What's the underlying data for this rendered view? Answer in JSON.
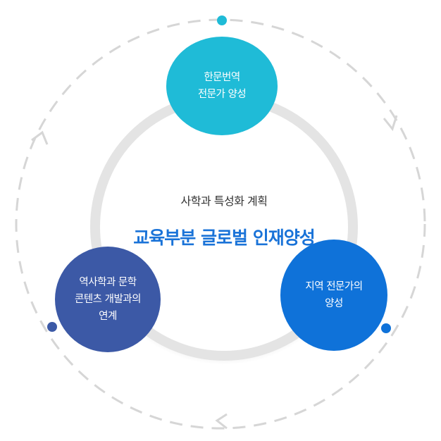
{
  "center": {
    "subtitle": "사학과 특성화 계획",
    "title": "교육부분 글로벌 인재양성"
  },
  "nodes": {
    "top": {
      "lines": [
        "한문번역",
        "전문가 양성"
      ],
      "color": "#1fbbd7"
    },
    "right": {
      "lines": [
        "지역 전문가의",
        "양성"
      ],
      "color": "#0f72d9"
    },
    "left": {
      "lines": [
        "역사학과 문학",
        "콘텐츠 개발과의",
        "연계"
      ],
      "color": "#3c59a6"
    }
  },
  "colors": {
    "accent": "#1a73d8",
    "dashed_ring": "#d6d6d6",
    "inner_ring": "#e4e4e4"
  }
}
